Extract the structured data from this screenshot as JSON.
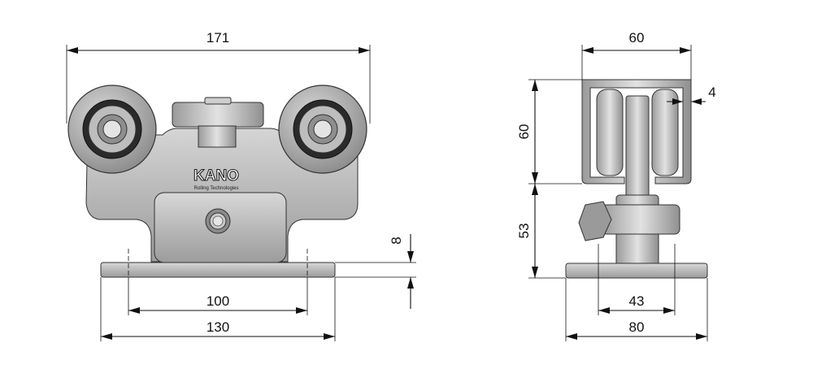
{
  "front_view": {
    "logo": "KANO",
    "logo_tagline": "Rolling Technologies",
    "dim_total_width": "171",
    "dim_hole_spacing": "100",
    "dim_base_width": "130",
    "dim_base_thickness": "8"
  },
  "side_view": {
    "dim_top_width": "60",
    "dim_top_height": "60",
    "dim_wall_thickness": "4",
    "dim_lower_height": "53",
    "dim_hole_spacing": "43",
    "dim_base_width": "80"
  }
}
